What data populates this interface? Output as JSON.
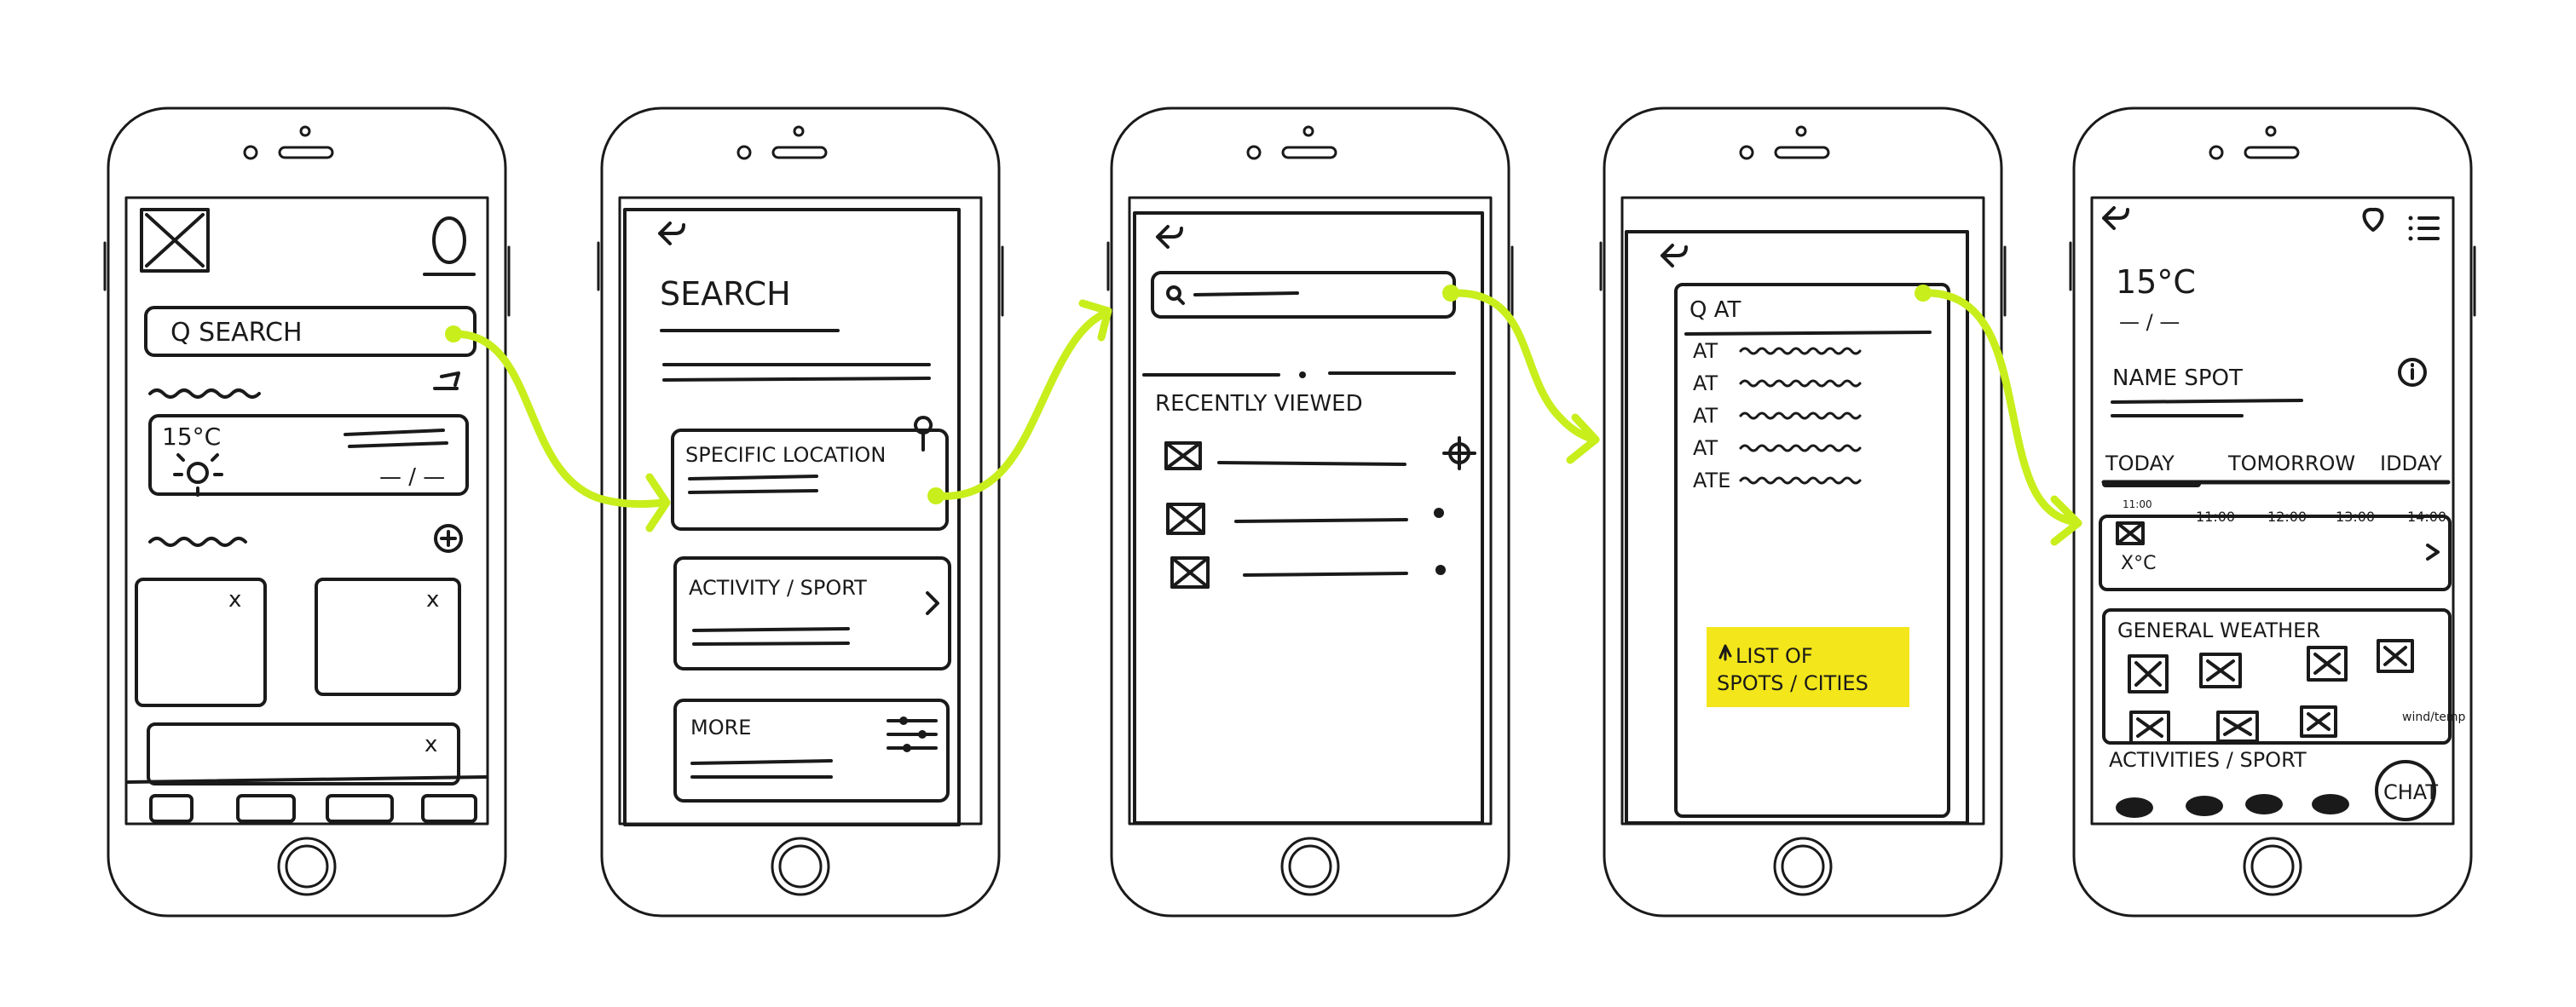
{
  "colors": {
    "ink": "#1a1a1a",
    "flow_arrow": "#c8ee1c",
    "sticky_note": "#f3e61a"
  },
  "screen1": {
    "search_label": "Q  SEARCH",
    "temp": "15°C",
    "temp_range": "— / —",
    "card_close_1": "x",
    "card_close_2": "x",
    "card_close_3": "x"
  },
  "screen2": {
    "title": "SEARCH",
    "option_location": "SPECIFIC LOCATION",
    "option_activity": "ACTIVITY / SPORT",
    "option_more": "MORE"
  },
  "screen3": {
    "recently_viewed": "RECENTLY VIEWED"
  },
  "screen4": {
    "query": "Q AT",
    "results": [
      "AT",
      "AT",
      "AT",
      "AT",
      "ATE"
    ],
    "sticky_note": [
      "LIST OF",
      "SPOTS / CITIES"
    ]
  },
  "screen5": {
    "temp": "15°C",
    "temp_range": "— / —",
    "spot_name": "NAME SPOT",
    "tabs": [
      "TODAY",
      "TOMORROW",
      "IDDAY"
    ],
    "hours": [
      "11:00",
      "11:00",
      "12:00",
      "13:00",
      "14:00"
    ],
    "forecast_temp": "X°C",
    "general_weather": "GENERAL WEATHER",
    "wind_label": "wind/temp",
    "activities": "ACTIVITIES / SPORT",
    "chat": "CHAT"
  }
}
